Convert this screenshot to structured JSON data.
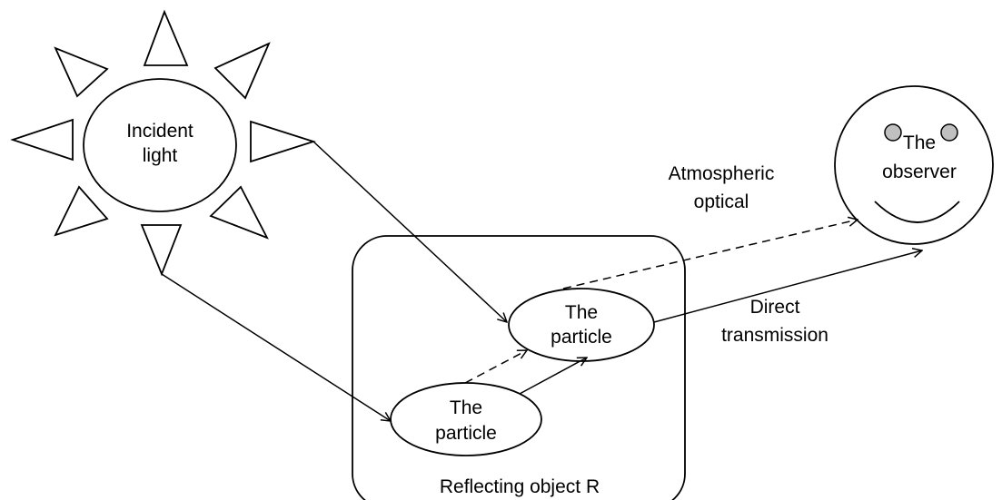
{
  "diagram": {
    "sun": {
      "label_line1": "Incident",
      "label_line2": "light"
    },
    "particle_upper": {
      "label_line1": "The",
      "label_line2": "particle"
    },
    "particle_lower": {
      "label_line1": "The",
      "label_line2": "particle"
    },
    "observer": {
      "label_line1": "The",
      "label_line2": "observer"
    },
    "reflecting_object": {
      "label": "Reflecting object R"
    },
    "atmospheric_label": {
      "line1": "Atmospheric",
      "line2": "optical"
    },
    "direct_label": {
      "line1": "Direct",
      "line2": "transmission"
    }
  },
  "colors": {
    "stroke": "#000000",
    "background": "#ffffff",
    "observer_eyes": "#c0c0c0"
  }
}
